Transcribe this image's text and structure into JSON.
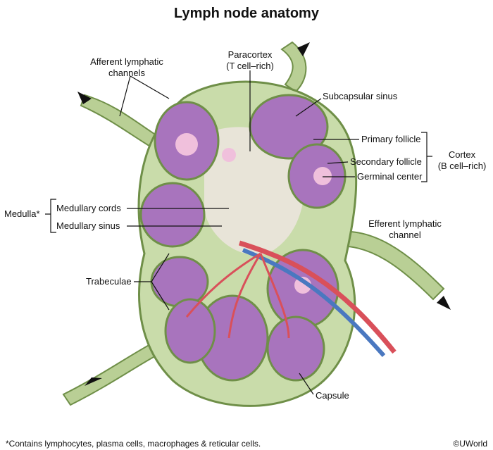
{
  "title": "Lymph node anatomy",
  "labels": {
    "afferent": "Afferent lymphatic",
    "afferent2": "channels",
    "paracortex": "Paracortex",
    "paracortex2": "(T cell–rich)",
    "subcapsular": "Subcapsular sinus",
    "primary": "Primary follicle",
    "secondary": "Secondary follicle",
    "germinal": "Germinal center",
    "cortex": "Cortex",
    "cortex2": "(B cell–rich)",
    "medulla": "Medulla*",
    "cords": "Medullary cords",
    "sinus": "Medullary sinus",
    "efferent": "Efferent lymphatic",
    "efferent2": "channel",
    "trabeculae": "Trabeculae",
    "capsule": "Capsule"
  },
  "footnote": "*Contains lymphocytes, plasma cells, macrophages & reticular cells.",
  "copyright": "©UWorld",
  "colors": {
    "capsule": "#c9dcaa",
    "trabecula": "#5f7f35",
    "follicle": "#a874bd",
    "germinal": "#f0c0dc",
    "paracortex": "#dde6ee",
    "artery": "#d9505a",
    "vein": "#4a78c0"
  }
}
